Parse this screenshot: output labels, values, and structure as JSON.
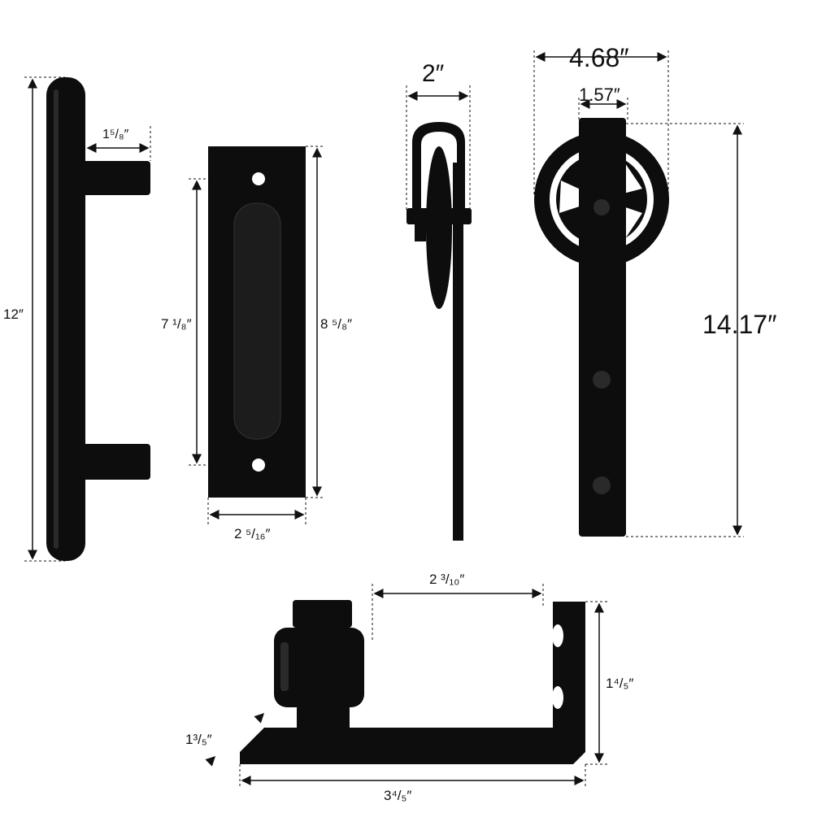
{
  "colors": {
    "hardware": "#0d0d0d",
    "background": "#ffffff",
    "dimension_lines": "#111111"
  },
  "handle": {
    "length": "12″",
    "post_depth": "1⁵/₈″"
  },
  "pull_plate": {
    "hole_spacing": "7 ¹/₈″",
    "height": "8 ⁵/₈″",
    "width": "2 ⁵/₁₆″"
  },
  "hanger_side": {
    "width": "2″"
  },
  "hanger_front": {
    "wheel_diameter": "4.68″",
    "strap_width": "1.57″",
    "height": "14.17″"
  },
  "floor_guide": {
    "roller_gap": "2 ³/₁₀″",
    "upright_height": "1⁴/₅″",
    "base_width": "1³/₅″",
    "length": "3⁴/₅″"
  }
}
